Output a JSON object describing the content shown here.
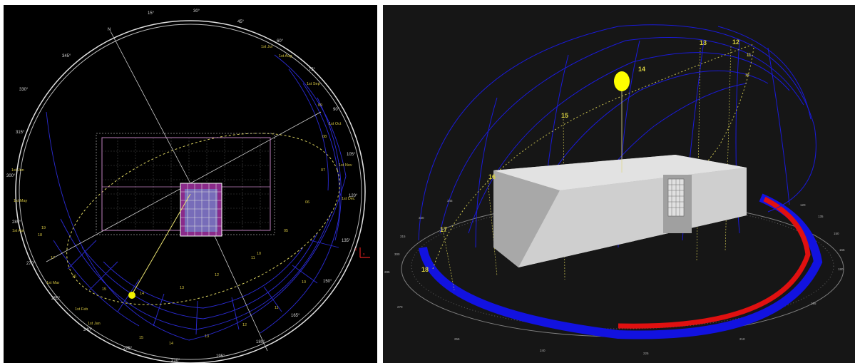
{
  "plan_view": {
    "north_label": "N",
    "azimuth_labels": [
      "15°",
      "30°",
      "45°",
      "60°",
      "75°",
      "90°",
      "105°",
      "120°",
      "135°",
      "150°",
      "165°",
      "180°",
      "195°",
      "210°",
      "225°",
      "240°",
      "255°",
      "270°",
      "285°",
      "300°",
      "315°",
      "330°",
      "345°"
    ],
    "month_labels": [
      "1st Jul",
      "1st Aug",
      "1st Sep",
      "1st Oct",
      "1st Nov",
      "1st Dec",
      "1st Jun",
      "1st May",
      "1st Apr",
      "1st Mar",
      "1st Feb",
      "1st Jan"
    ],
    "inner_labels": [
      "09",
      "08",
      "07",
      "06",
      "05",
      "10",
      "11",
      "12",
      "13",
      "14",
      "15",
      "16",
      "17",
      "18",
      "19",
      "10",
      "11",
      "12",
      "13",
      "14",
      "15"
    ],
    "axis_labels": [
      "x",
      "y"
    ],
    "colors": {
      "ring": "#e0e0e0",
      "grid": "#2b2bd6",
      "path": "#d8d060",
      "sun": "#f0f000",
      "labels": "#d0c040",
      "building": "#c080c0"
    }
  },
  "perspective_view": {
    "hour_labels": [
      "13",
      "12",
      "11",
      "10",
      "14",
      "15",
      "16",
      "17",
      "18"
    ],
    "ring_labels": [
      "345",
      "330",
      "315",
      "300",
      "285",
      "270",
      "255",
      "240",
      "225",
      "210",
      "195",
      "180",
      "165",
      "150",
      "135",
      "120"
    ],
    "colors": {
      "dome": "#1a1ad8",
      "box": "#c8c8c8",
      "sun": "#ffff00",
      "blue_band": "#1212e0",
      "red_band": "#e01010"
    }
  }
}
